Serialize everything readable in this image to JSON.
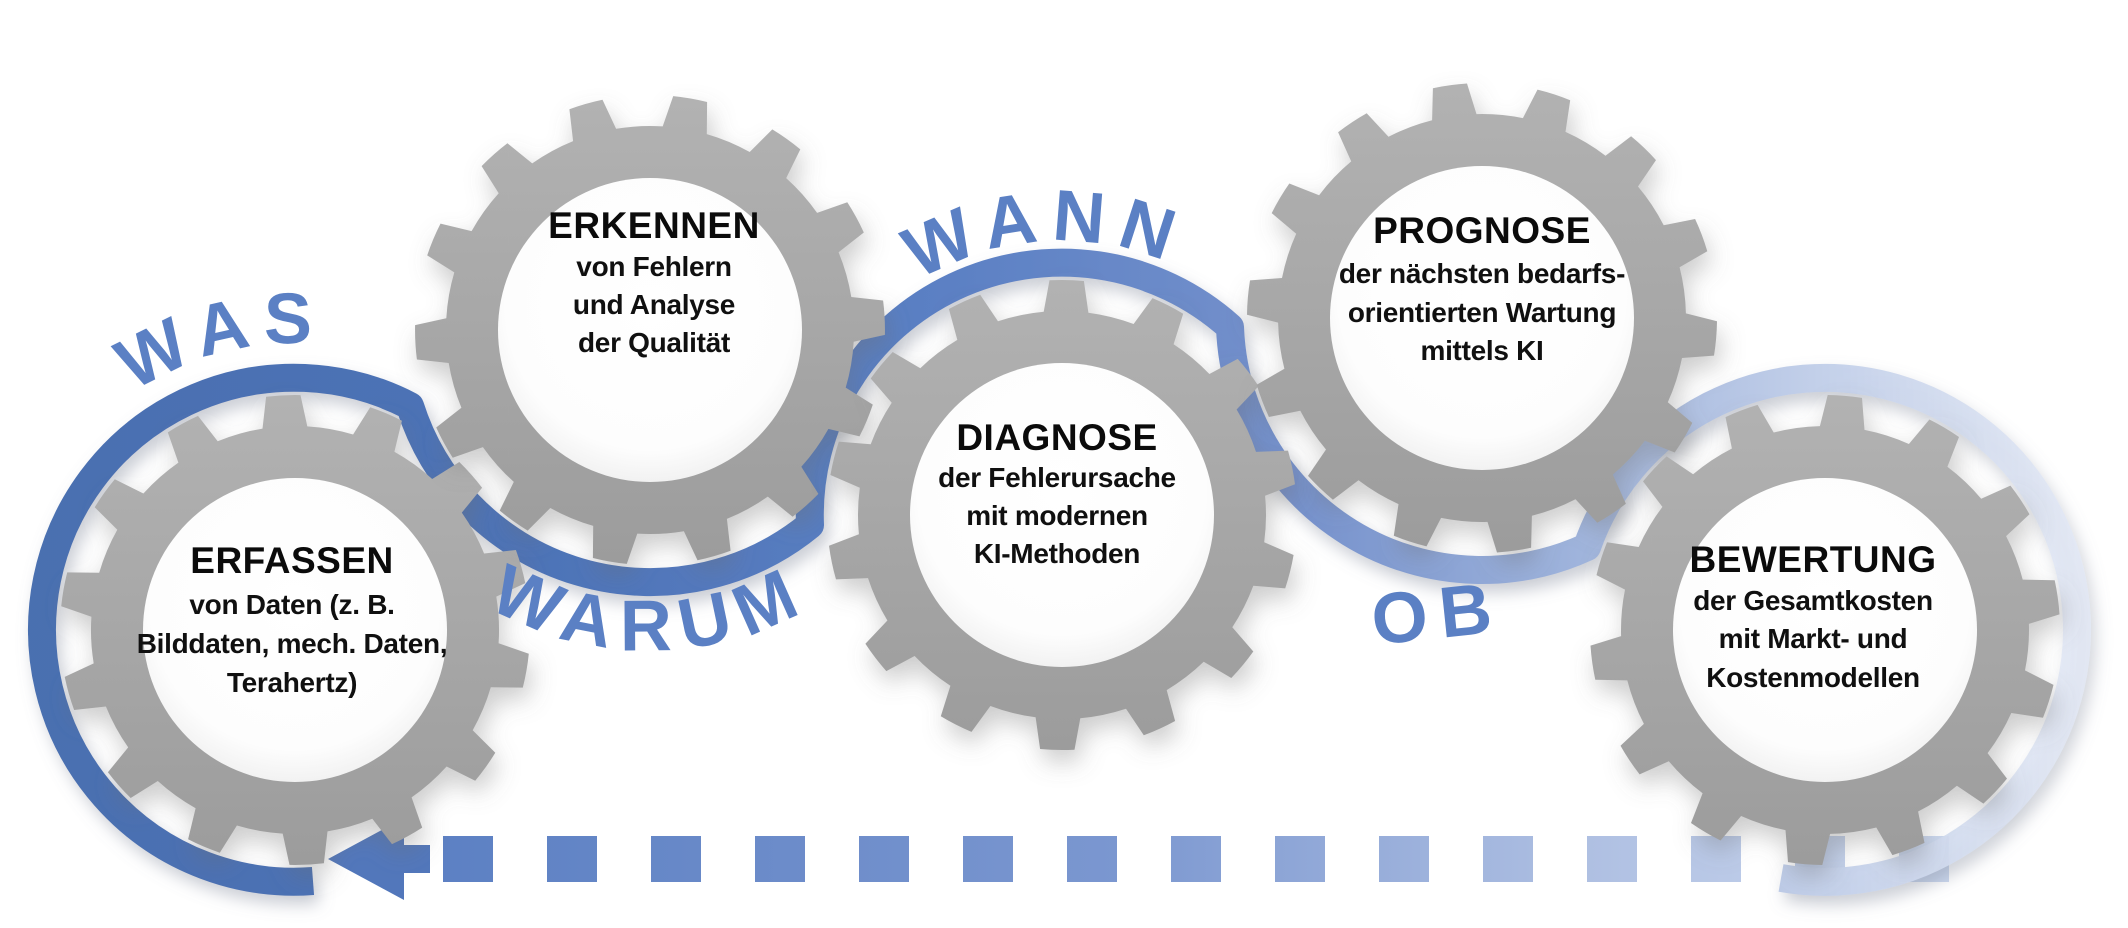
{
  "diagram": {
    "labels": {
      "was": "WAS",
      "warum": "WARUM",
      "wann": "WANN",
      "ob": "OB"
    },
    "gears": [
      {
        "title": "ERFASSEN",
        "lines": [
          "von Daten (z. B.",
          "Bilddaten, mech. Daten,",
          "Terahertz)"
        ]
      },
      {
        "title": "ERKENNEN",
        "lines": [
          "von Fehlern",
          "und Analyse",
          "der Qualität"
        ]
      },
      {
        "title": "DIAGNOSE",
        "lines": [
          "der Fehlerursache",
          "mit modernen",
          "KI-Methoden"
        ]
      },
      {
        "title": "PROGNOSE",
        "lines": [
          "der nächsten bedarfs-",
          "orientierten Wartung",
          "mittels KI"
        ]
      },
      {
        "title": "BEWERTUNG",
        "lines": [
          "der Gesamtkosten",
          "mit Markt- und",
          "Kostenmodellen"
        ]
      }
    ],
    "colors": {
      "wave_blue": "#4d73b8",
      "wave_blue_light": "#dbe4f4",
      "label_blue": "#5b80c4",
      "gear_gray": "#a6a6a6",
      "dash_blue_start": "#5c80c3",
      "dash_blue_end": "#cdd9ef",
      "text_black": "#0b0b0b",
      "background": "#ffffff"
    }
  }
}
